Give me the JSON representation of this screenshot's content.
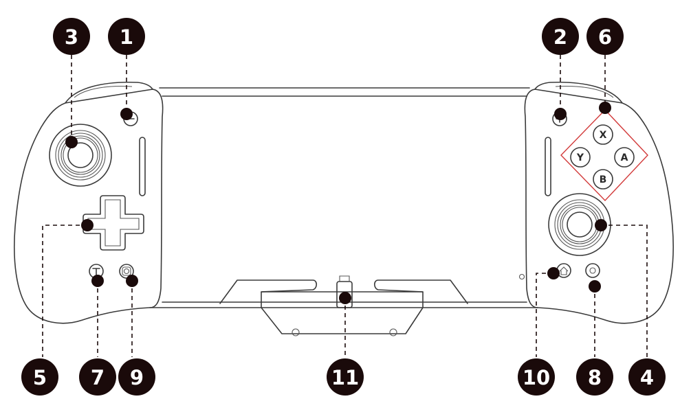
{
  "face_buttons": {
    "x": "X",
    "y": "Y",
    "a": "A",
    "b": "B"
  },
  "callouts": [
    {
      "id": "c1",
      "label": "1"
    },
    {
      "id": "c2",
      "label": "2"
    },
    {
      "id": "c3",
      "label": "3"
    },
    {
      "id": "c4",
      "label": "4"
    },
    {
      "id": "c5",
      "label": "5"
    },
    {
      "id": "c6",
      "label": "6"
    },
    {
      "id": "c7",
      "label": "7"
    },
    {
      "id": "c8",
      "label": "8"
    },
    {
      "id": "c9",
      "label": "9"
    },
    {
      "id": "c10",
      "label": "10"
    },
    {
      "id": "c11",
      "label": "11"
    }
  ],
  "colors": {
    "badge": "#1a0a0a",
    "outline": "#3a3a3a",
    "highlight": "#d23a3a"
  },
  "icons": [
    "minus-icon",
    "plus-icon",
    "home-icon",
    "capture-icon",
    "turbo-icon"
  ]
}
